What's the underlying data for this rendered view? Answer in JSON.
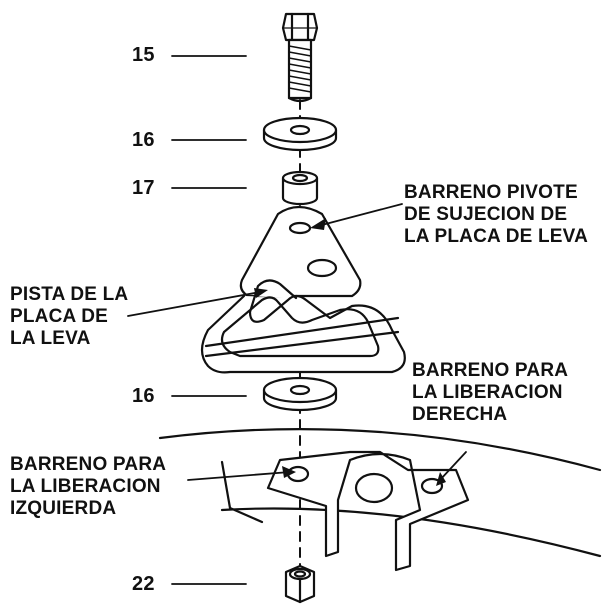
{
  "callouts": {
    "n15": "15",
    "n16_top": "16",
    "n17": "17",
    "n16_bottom": "16",
    "n22": "22",
    "pivot_hole": "BARRENO PIVOTE\nDE SUJECION DE\nLA PLACA DE LEVA",
    "cam_track": "PISTA DE LA\nPLACA DE\nLA LEVA",
    "right_release_hole": "BARRENO PARA\nLA LIBERACION\nDERECHA",
    "left_release_hole": "BARRENO PARA\nLA LIBERACION\nIZQUIERDA"
  }
}
